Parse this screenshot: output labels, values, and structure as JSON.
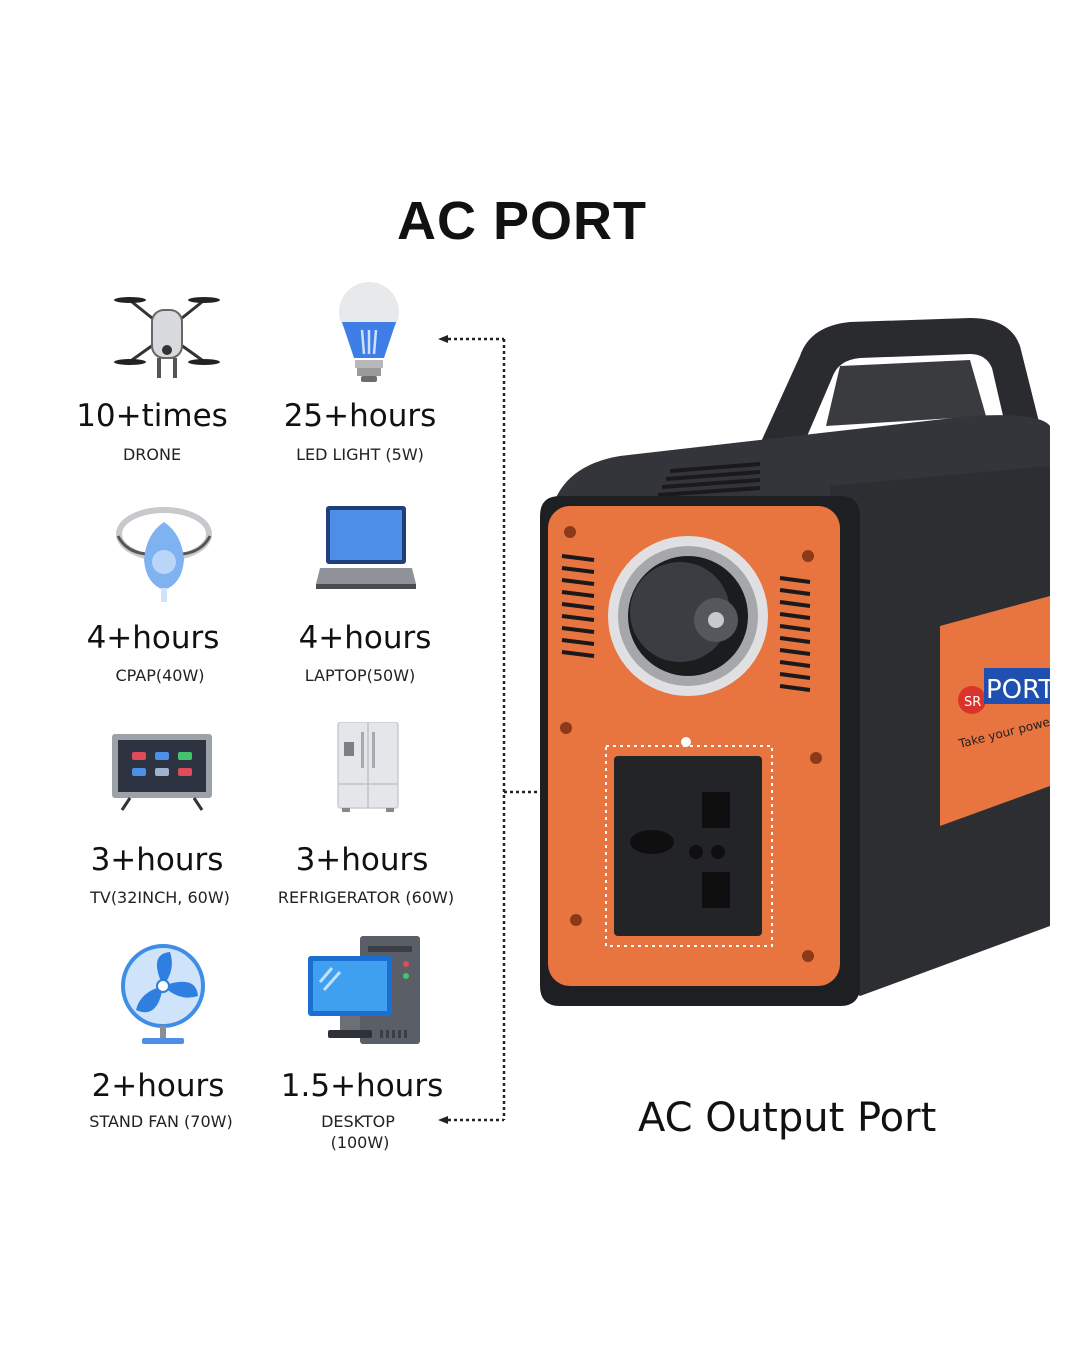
{
  "title": "AC PORT",
  "items": [
    {
      "value": "10+times",
      "label": "DRONE",
      "icon": "drone-icon"
    },
    {
      "value": "25+hours",
      "label": "LED LIGHT (5W)",
      "icon": "led-bulb-icon"
    },
    {
      "value": "4+hours",
      "label": "CPAP(40W)",
      "icon": "cpap-mask-icon"
    },
    {
      "value": "4+hours",
      "label": "LAPTOP(50W)",
      "icon": "laptop-icon"
    },
    {
      "value": "3+hours",
      "label": "TV(32INCH, 60W)",
      "icon": "tv-icon"
    },
    {
      "value": "3+hours",
      "label": "REFRIGERATOR (60W)",
      "icon": "refrigerator-icon"
    },
    {
      "value": "2+hours",
      "label": "STAND FAN (70W)",
      "icon": "fan-icon"
    },
    {
      "value": "1.5+hours",
      "label": "DESKTOP",
      "label2": "(100W)",
      "icon": "desktop-computer-icon"
    }
  ],
  "product": {
    "brand_text": "PORTA",
    "brand_logo": "SR",
    "tagline": "Take your power wi"
  },
  "caption": "AC Output Port",
  "colors": {
    "accent": "#e8743f",
    "body": "#2a2b2e",
    "blue": "#3b8eea"
  }
}
